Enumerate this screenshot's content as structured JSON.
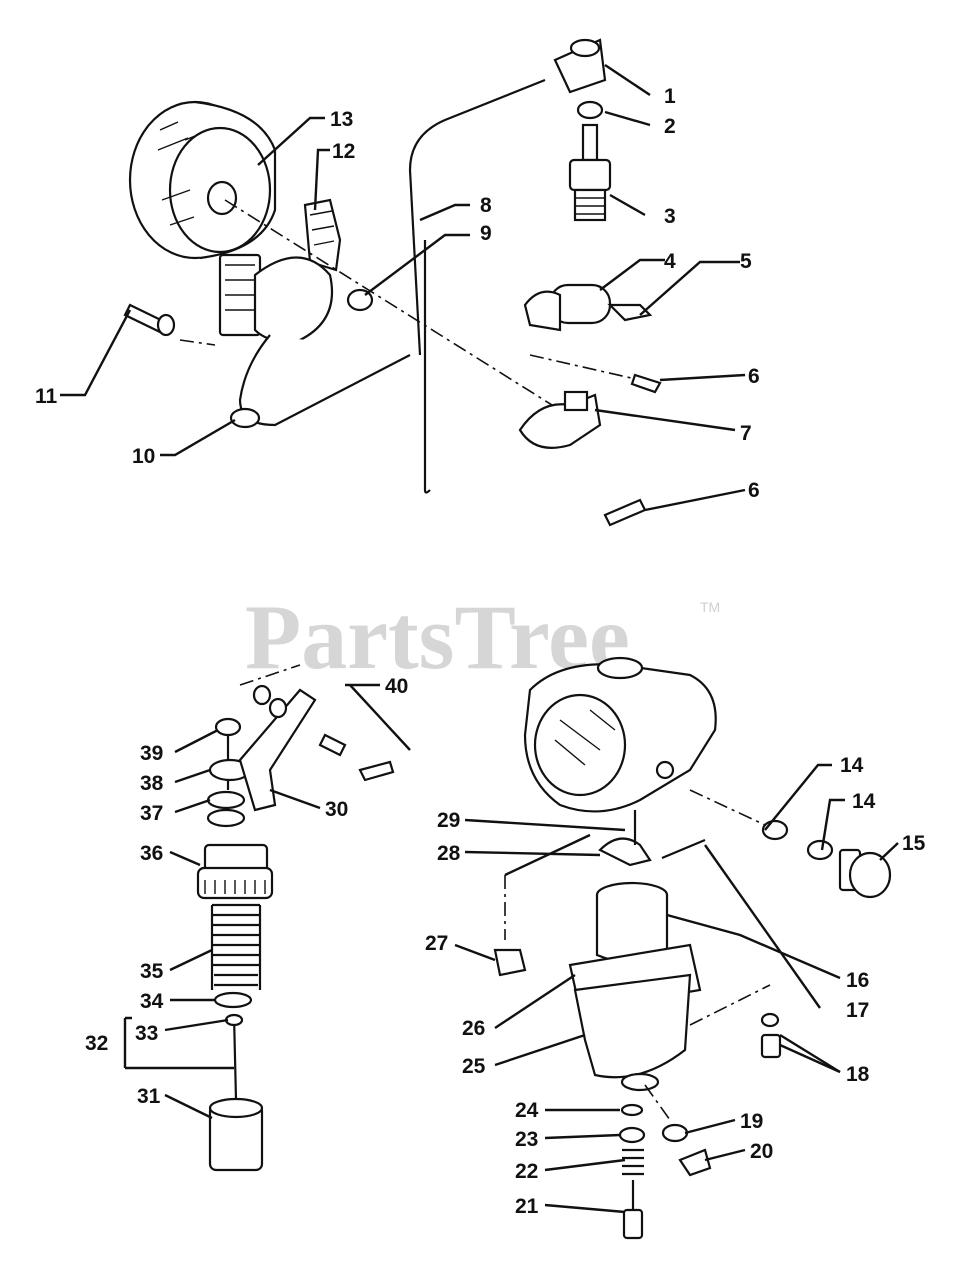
{
  "watermark": {
    "text": "PartsTree",
    "trademark": "TM"
  },
  "callouts": [
    "1",
    "2",
    "3",
    "4",
    "5",
    "6",
    "6",
    "7",
    "8",
    "9",
    "10",
    "11",
    "12",
    "13",
    "14",
    "14",
    "15",
    "16",
    "17",
    "18",
    "19",
    "20",
    "21",
    "22",
    "23",
    "24",
    "25",
    "26",
    "27",
    "28",
    "29",
    "30",
    "31",
    "32",
    "33",
    "34",
    "35",
    "36",
    "37",
    "38",
    "39",
    "40"
  ],
  "colors": {
    "ink": "#111111",
    "watermark": "#d6d6d6",
    "background": "#ffffff"
  }
}
